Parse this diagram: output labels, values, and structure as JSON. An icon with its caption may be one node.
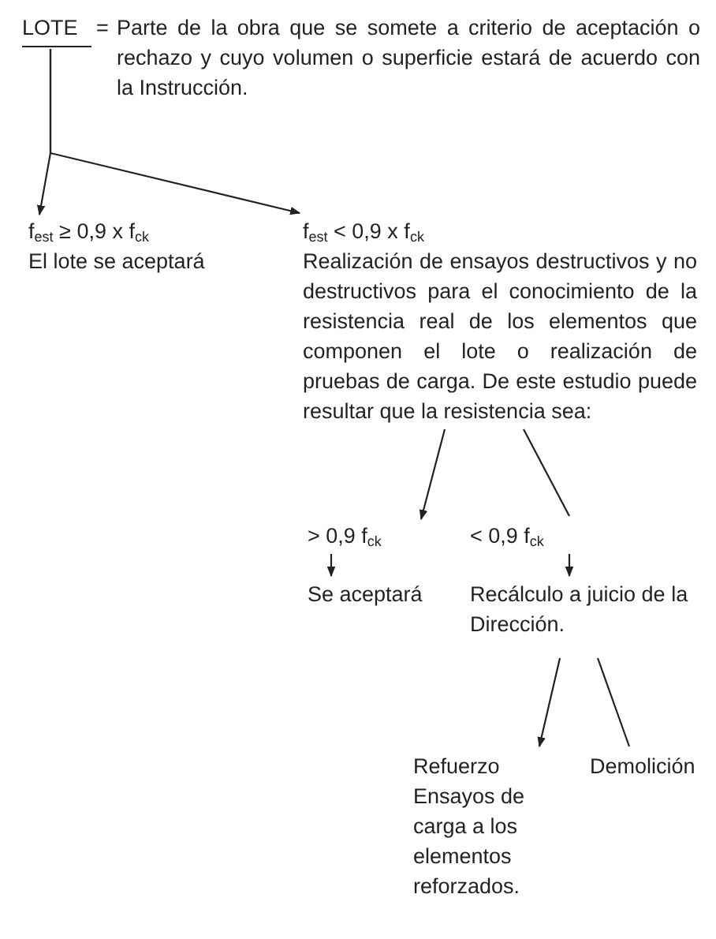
{
  "diagram": {
    "nodes": [
      {
        "text": [
          "LOTE"
        ]
      },
      {
        "text": [
          "f$_{est}$ ≥ 0,9 x f$_{ck}$",
          "El lote se aceptará"
        ]
      },
      {
        "text": [
          "f$_{est}$ < 0,9 x f$_{ck}$",
          "Realización de ensayos destructivos y no destructivos para el conocimiento de la resistencia real de los elementos que componen el lote o realización de pruebas de carga. De este estudio puede resultar que la resistencia sea:"
        ]
      },
      {
        "text": [
          "> 0,9 f$_{ck}$"
        ]
      },
      {
        "text": [
          "< 0,9 f$_{ck}$"
        ]
      },
      {
        "text": [
          "Se aceptará"
        ]
      },
      {
        "text": [
          "Recálculo a juicio de la Dirección."
        ]
      },
      {
        "text": [
          "Refuerzo",
          "Ensayos de carga a los elementos reforzados."
        ]
      },
      {
        "text": [
          "Demolición"
        ]
      }
    ],
    "edges": [
      {
        "from": 0,
        "to": 1,
        "arrow": "to"
      },
      {
        "from": 0,
        "to": 2,
        "arrow": "to"
      },
      {
        "from": 2,
        "to": 3,
        "arrow": "to"
      },
      {
        "from": 2,
        "to": 4,
        "arrow": "none"
      },
      {
        "from": 3,
        "to": 5,
        "arrow": "to"
      },
      {
        "from": 4,
        "to": 6,
        "arrow": "to"
      },
      {
        "from": 6,
        "to": 7,
        "arrow": "to"
      },
      {
        "from": 6,
        "to": 8,
        "arrow": "none"
      }
    ],
    "labels": [
      "=",
      "Parte de la obra que se somete a criterio de aceptación o rechazo y cuyo volumen o superficie estará de acuerdo con la Instrucción."
    ]
  }
}
